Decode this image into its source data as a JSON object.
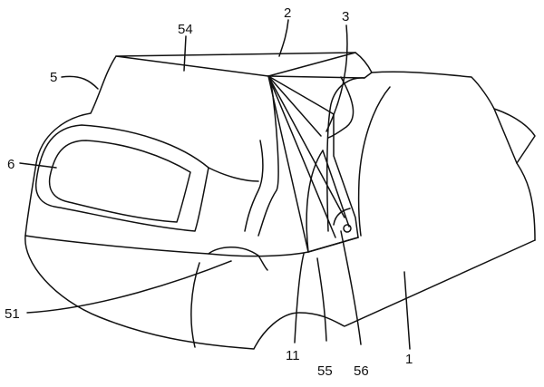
{
  "labels": {
    "l54": "54",
    "l2": "2",
    "l3": "3",
    "l5": "5",
    "l6": "6",
    "l51": "51",
    "l11": "11",
    "l55": "55",
    "l56": "56",
    "l1": "1"
  }
}
